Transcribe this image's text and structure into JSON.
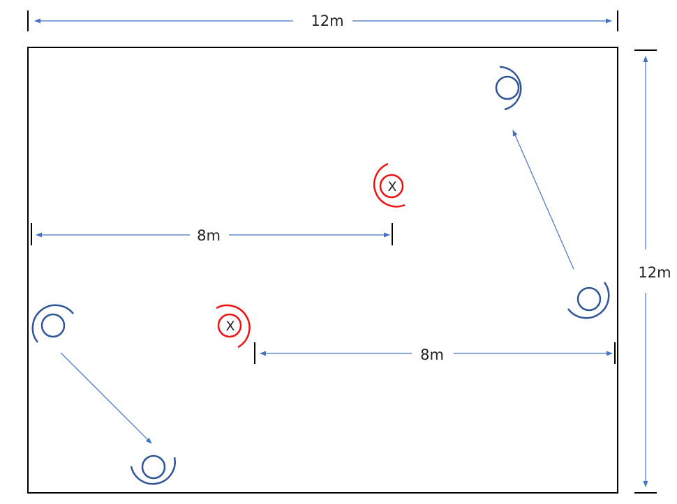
{
  "colors": {
    "arrow": "#4472c4",
    "blue_player": "#2f5597",
    "red_player": "#ee1111",
    "field_border": "#000000"
  },
  "dimensions": {
    "top_width": "12m",
    "right_height": "12m",
    "upper_middle": "8m",
    "lower_middle": "8m"
  },
  "markers": {
    "defender_a": "X",
    "defender_b": "X"
  }
}
